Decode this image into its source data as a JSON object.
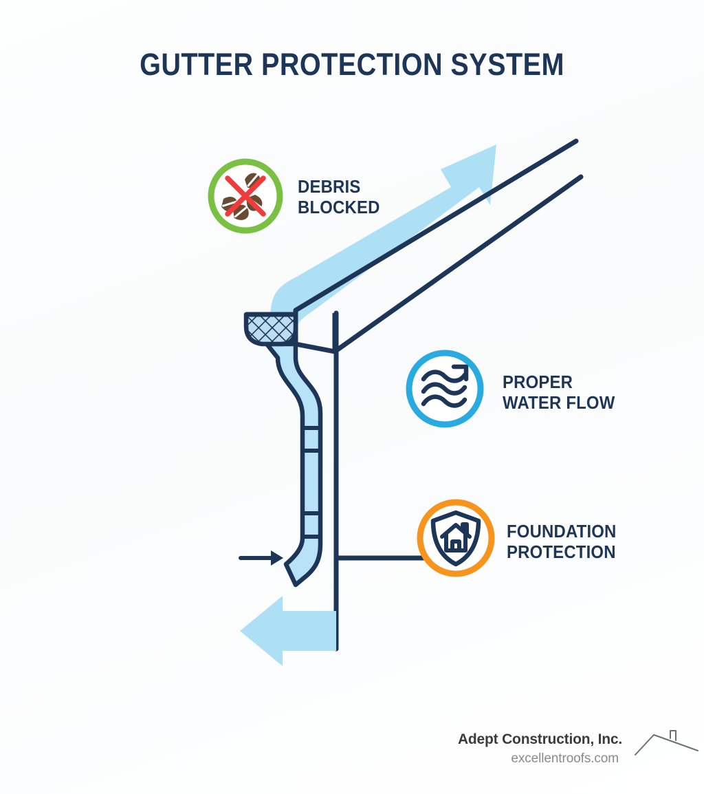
{
  "page": {
    "title": "GUTTER PROTECTION SYSTEM",
    "background_color": "#fcfdfd"
  },
  "theme": {
    "navy": "#1d3557",
    "light_blue": "#addff5",
    "water_blue": "#b8e2f7",
    "cyan_accent": "#29abe2",
    "green_accent": "#7ac143",
    "orange_accent": "#f7941e",
    "red_accent": "#ef3b3b",
    "leaf_brown": "#6b4a33",
    "footer_dark": "#3b3b3b",
    "footer_gray": "#8a8a8a"
  },
  "features": [
    {
      "id": "debris-blocked",
      "icon_name": "leaves-blocked-icon",
      "ring_color": "#7ac143",
      "line1": "DEBRIS",
      "line2": "BLOCKED"
    },
    {
      "id": "proper-water-flow",
      "icon_name": "water-waves-flow-icon",
      "ring_color": "#29abe2",
      "line1": "PROPER",
      "line2": "WATER FLOW"
    },
    {
      "id": "foundation-protection",
      "icon_name": "shield-house-icon",
      "ring_color": "#f7941e",
      "line1": "FOUNDATION",
      "line2": "PROTECTION"
    }
  ],
  "diagram": {
    "name": "gutter-protection-cross-section",
    "elements": [
      "roof-slope-lines",
      "fascia-board",
      "gutter-trough-with-mesh-guard",
      "downspout",
      "downspout-elbow-outlet",
      "house-wall",
      "ground-line",
      "water-flow-arrow-up",
      "water-discharge-arrow-left",
      "inlet-arrow"
    ]
  },
  "footer": {
    "company": "Adept Construction, Inc.",
    "website": "excellentroofs.com",
    "logo_name": "roof-outline-logo"
  }
}
